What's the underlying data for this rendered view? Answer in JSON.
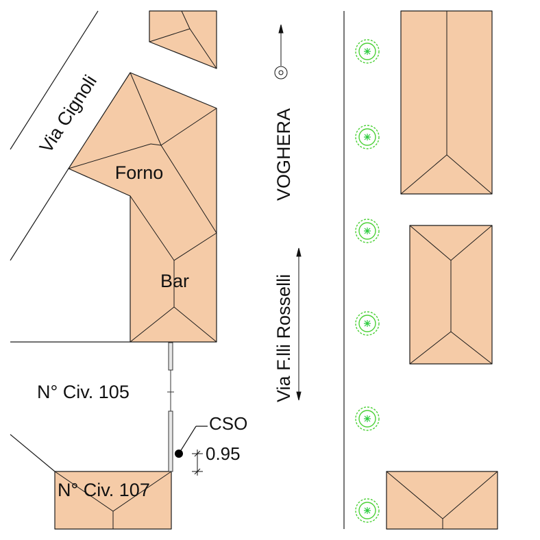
{
  "labels": {
    "street_cignoli": "Via Cignoli",
    "street_voghera": "VOGHERA",
    "street_rosselli": "Via F.lli Rosselli",
    "bldg_forno": "Forno",
    "bldg_bar": "Bar",
    "civ_105": "N° Civ. 105",
    "civ_107": "N° Civ. 107",
    "marker_cso": "CSO",
    "dimension": "0.95"
  },
  "colors": {
    "roof": "#f5cba7",
    "line": "#1a1a1a",
    "tree": "#4cd137"
  },
  "icons": {
    "north_arrow": "north-arrow-icon",
    "tree": "tree-icon",
    "marker": "cso-dot-icon"
  }
}
